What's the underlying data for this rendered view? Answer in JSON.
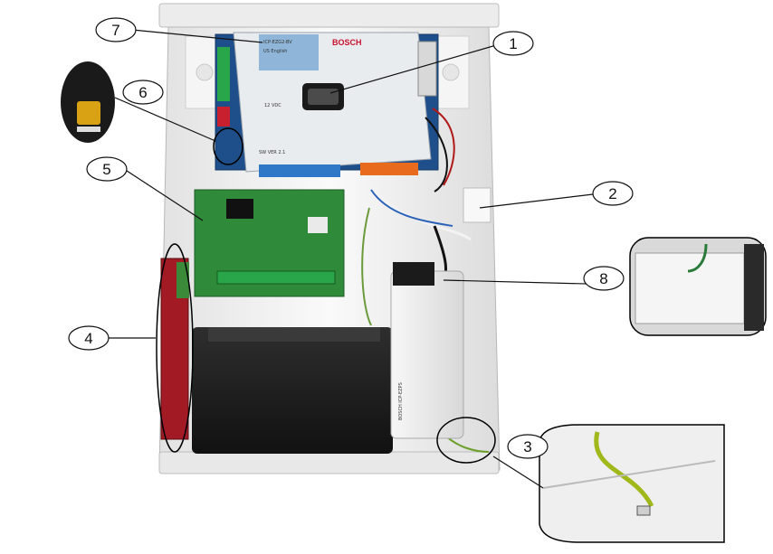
{
  "callouts": [
    {
      "id": "1",
      "label": "1"
    },
    {
      "id": "2",
      "label": "2"
    },
    {
      "id": "3",
      "label": "3"
    },
    {
      "id": "4",
      "label": "4"
    },
    {
      "id": "5",
      "label": "5"
    },
    {
      "id": "6",
      "label": "6"
    },
    {
      "id": "7",
      "label": "7"
    },
    {
      "id": "8",
      "label": "8"
    }
  ],
  "panel": {
    "brand": "BOSCH",
    "model": "ICP-EZG2-BV",
    "language": "US English",
    "voltage_label": "12 VDC",
    "sw_label": "SW VER 2.1",
    "psu_label": "BOSCH ICP-EZPS"
  },
  "colors": {
    "enclosure": "#f2f2f2",
    "panel_board": "#1f4f8a",
    "panel_cover": "#e9ecef",
    "green_board": "#2f8a3a",
    "red_board": "#a11a24",
    "battery": "#1b1b1b",
    "terminal_blue": "#2f78c8",
    "terminal_orange": "#e86a1c",
    "terminal_green": "#2aa64a",
    "callout_line": "#111111"
  }
}
